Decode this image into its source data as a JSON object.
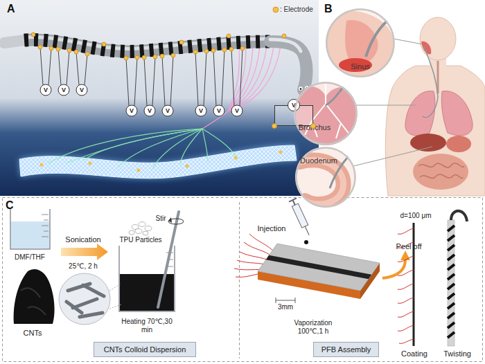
{
  "diagram": {
    "nodes": [
      {
        "text": [
          "V"
        ]
      },
      {
        "text": [
          "Sinus"
        ]
      },
      {
        "text": [
          "Bronchus"
        ]
      },
      {
        "text": [
          "Duodenum"
        ]
      },
      {
        "text": [
          "CNTs Colloid Dispersion"
        ]
      },
      {
        "text": [
          "PFB Assembly"
        ]
      }
    ],
    "labels": [
      "A",
      "V",
      "V",
      "V",
      "V",
      "V",
      "V",
      "V",
      "V",
      "V",
      "B",
      "C",
      "DMF/THF",
      "Sonication",
      "25℃, 2 h",
      "TPU Particles",
      "Stir",
      "CNTs",
      "Heating 70℃,30 min",
      "Injection",
      "Peel off",
      "3mm",
      "Vaporization 100℃,1 h",
      "d=100 μm",
      "Coating",
      "Twisting"
    ],
    "legend": [
      {
        "text": ": Electrode"
      }
    ]
  }
}
